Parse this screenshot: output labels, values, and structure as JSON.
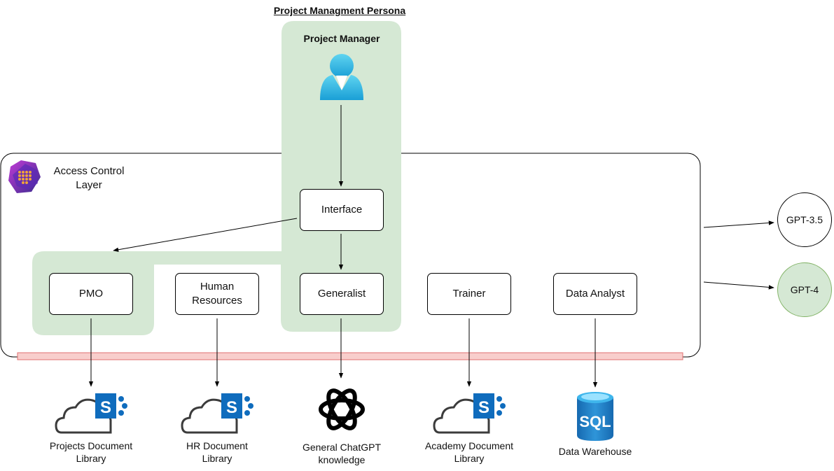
{
  "title": "Project Managment Persona",
  "persona": {
    "name": "Project Manager",
    "icon": "user-icon"
  },
  "access_control": {
    "label": "Access Control Layer",
    "icon": "access-control-icon"
  },
  "nodes": {
    "interface": "Interface",
    "pmo": "PMO",
    "hr": "Human Resources",
    "generalist": "Generalist",
    "trainer": "Trainer",
    "data_analyst": "Data Analyst"
  },
  "models": {
    "gpt35": "GPT-3.5",
    "gpt4": "GPT-4"
  },
  "sources": {
    "projects": {
      "label": "Projects Document Library",
      "icon": "sharepoint-cloud-icon"
    },
    "hr": {
      "label": "HR Document Library",
      "icon": "sharepoint-cloud-icon"
    },
    "chatgpt": {
      "label": "General ChatGPT knowledge",
      "icon": "openai-logo-icon"
    },
    "academy": {
      "label": "Academy Document Library",
      "icon": "sharepoint-cloud-icon"
    },
    "warehouse": {
      "label": "Data Warehouse",
      "icon": "sql-database-icon"
    }
  },
  "colors": {
    "persona_highlight": "#d5e8d4",
    "bar_fill": "#f8cecc",
    "bar_stroke": "#e07070",
    "gpt4_fill": "#d5e8d4",
    "gpt4_stroke": "#82b366",
    "sharepoint_blue": "#0f6cbd",
    "sql_blue": "#1e84c8"
  }
}
